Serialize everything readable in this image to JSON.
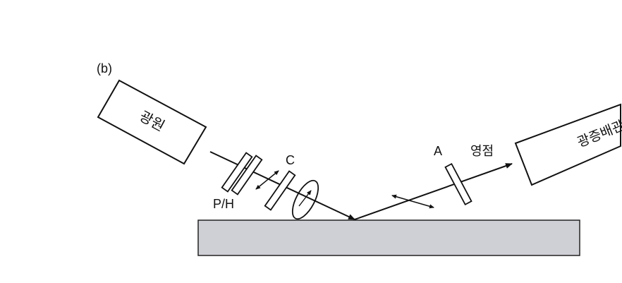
{
  "figure": {
    "panel_label": "(b)",
    "source_label": "광원",
    "detector_label": "광증배관",
    "polarizer_label": "P/H",
    "compensator_label": "C",
    "analyzer_label": "A",
    "null_label": "영점"
  },
  "colors": {
    "substrate_fill": "#cfd0d6",
    "ink": "#111111"
  }
}
